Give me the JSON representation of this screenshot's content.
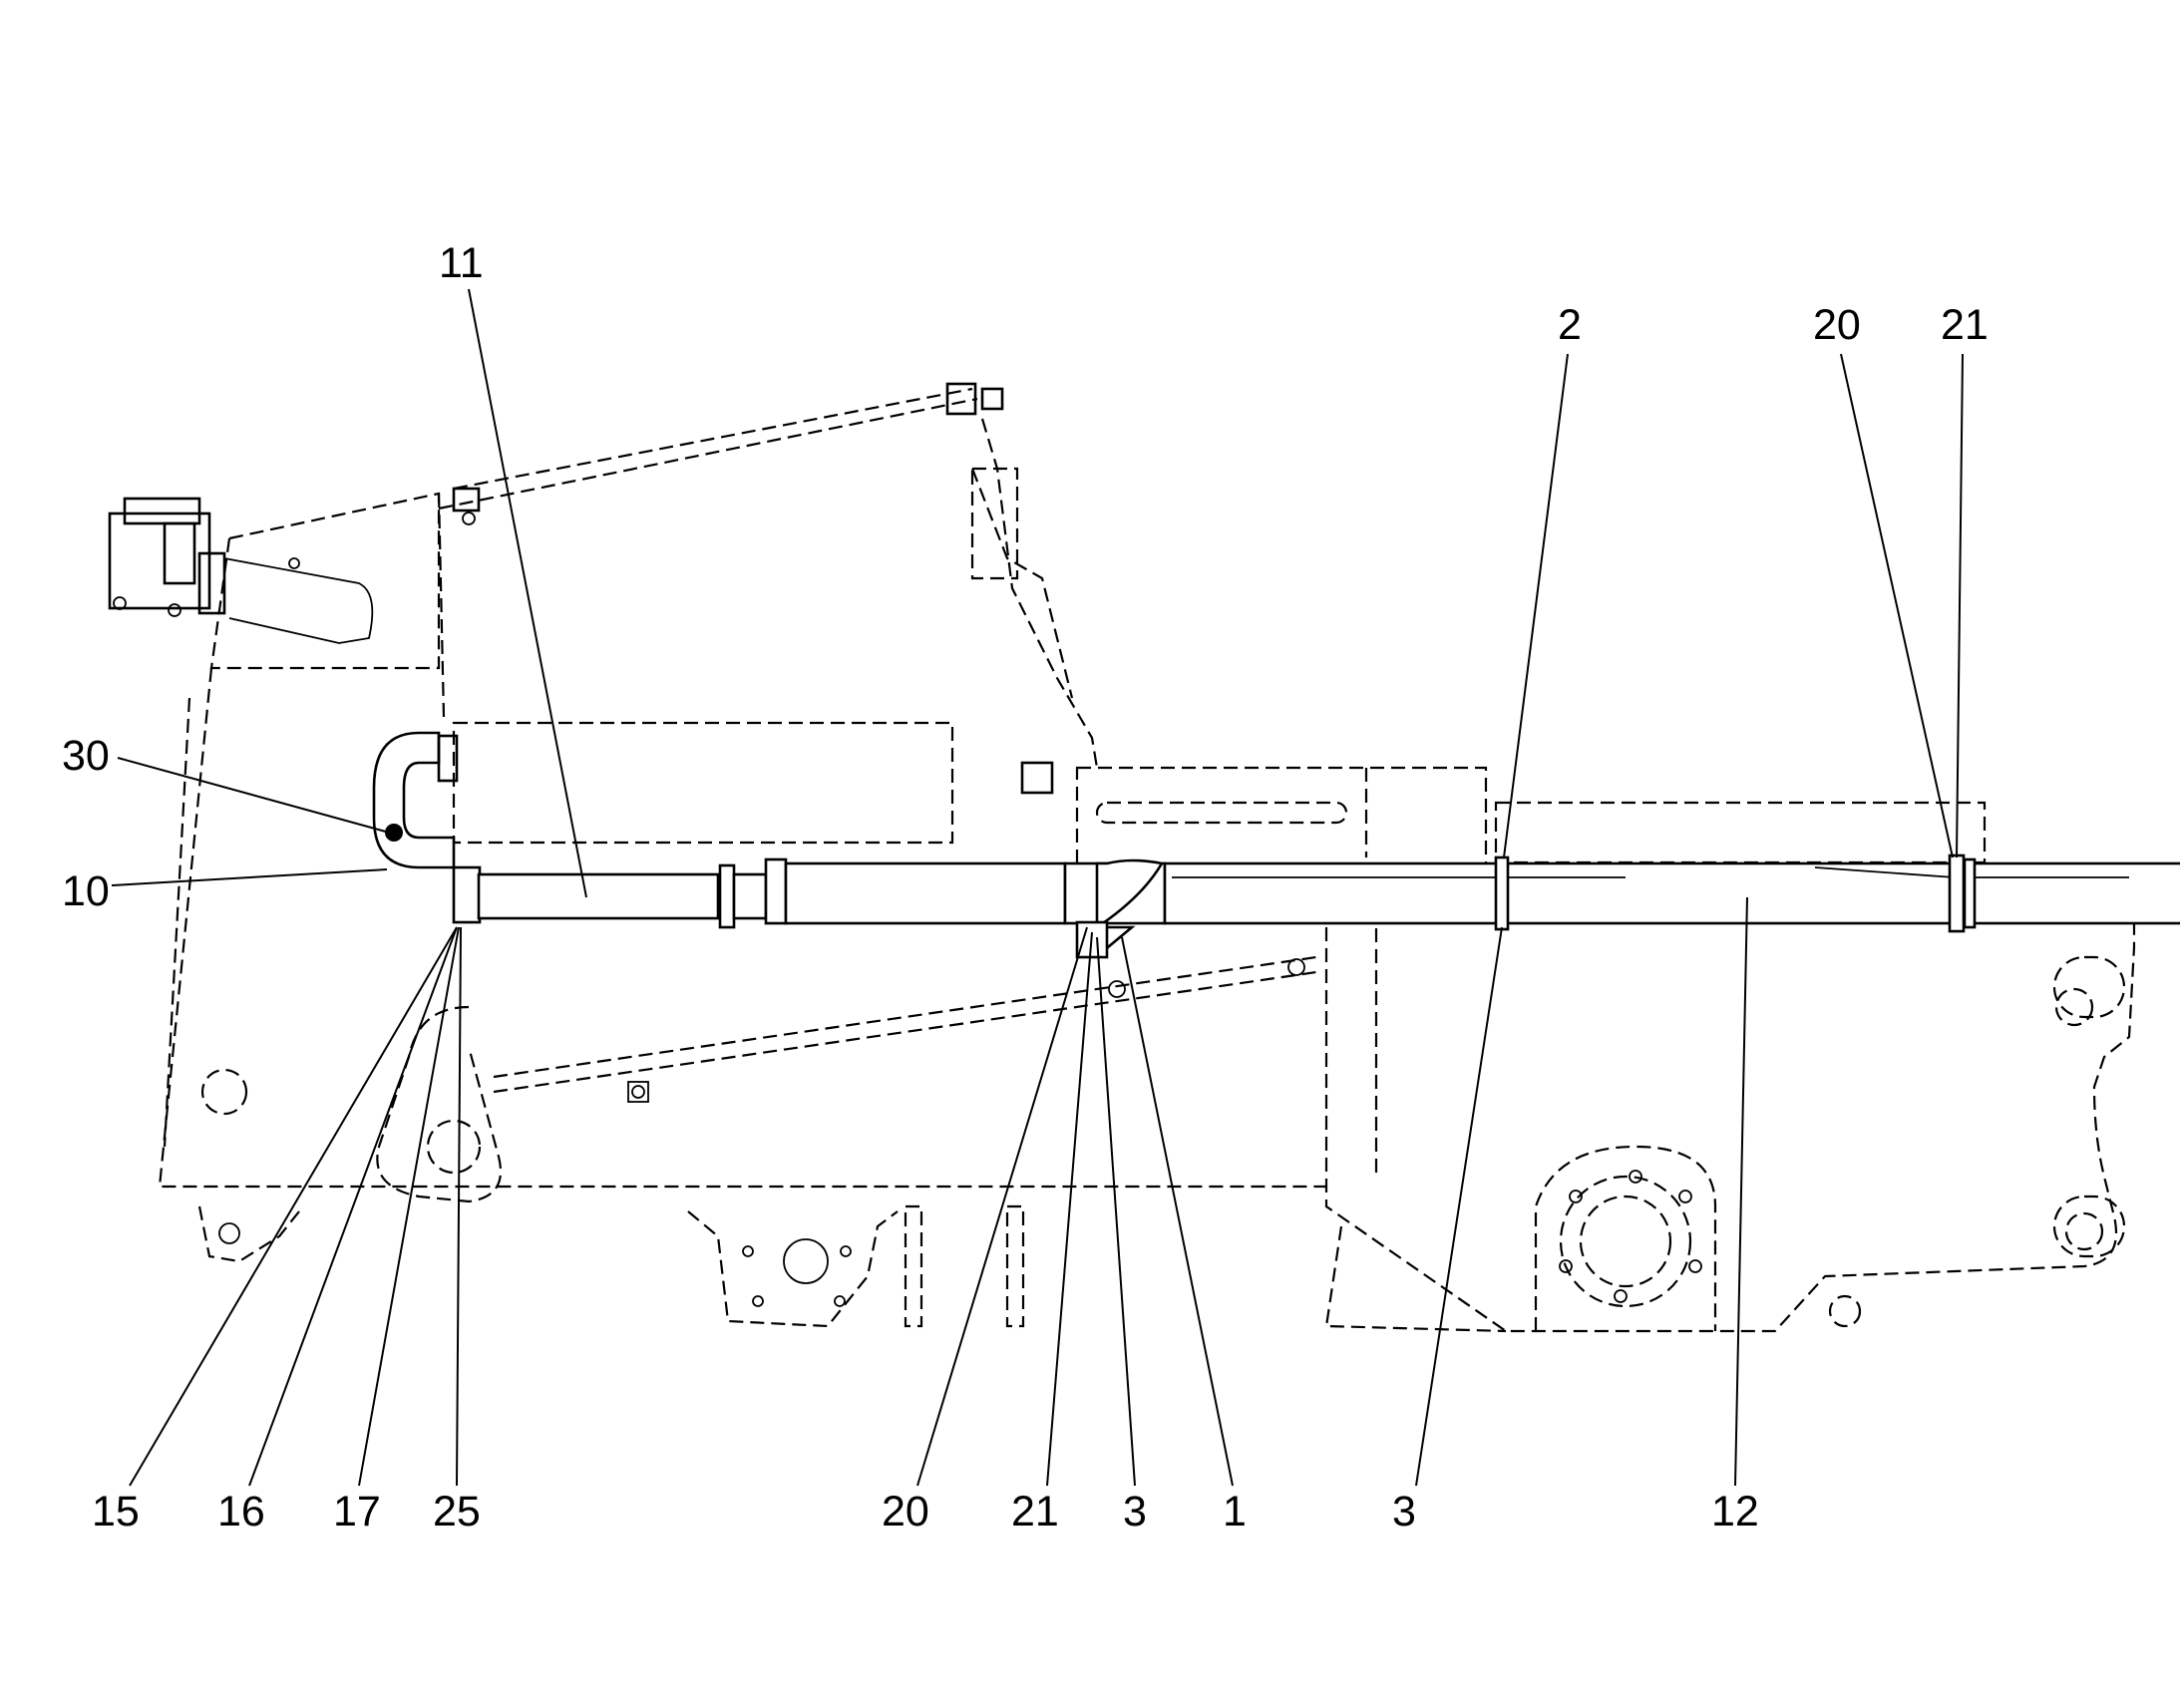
{
  "callouts": {
    "c11": "11",
    "c2": "2",
    "c20_top": "20",
    "c21_top": "21",
    "c30": "30",
    "c10": "10",
    "c15": "15",
    "c16": "16",
    "c17": "17",
    "c25": "25",
    "c20_bottom": "20",
    "c21_bottom": "21",
    "c3_left": "3",
    "c1": "1",
    "c3_right": "3",
    "c12": "12"
  }
}
